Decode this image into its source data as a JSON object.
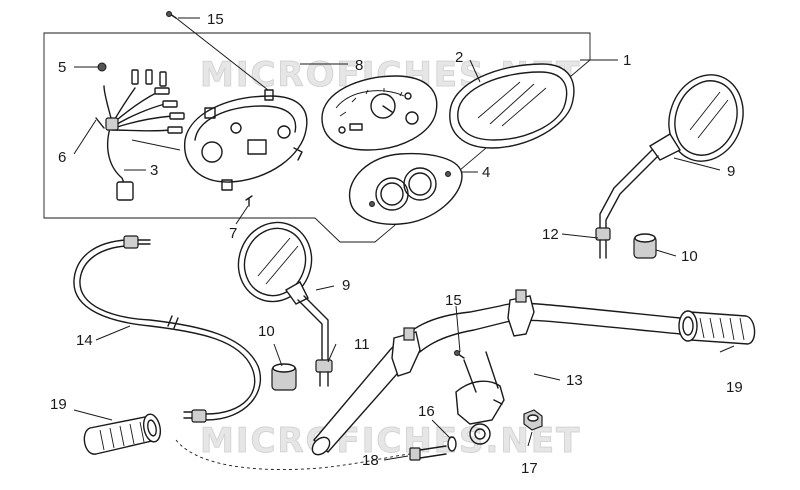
{
  "watermarks": [
    "MICROFICHES.NET",
    "MICROFICHES.NET"
  ],
  "callouts": [
    {
      "id": "c15a",
      "label": "15"
    },
    {
      "id": "c8",
      "label": "8"
    },
    {
      "id": "c2",
      "label": "2"
    },
    {
      "id": "c1",
      "label": "1"
    },
    {
      "id": "c5",
      "label": "5"
    },
    {
      "id": "c6",
      "label": "6"
    },
    {
      "id": "c3",
      "label": "3"
    },
    {
      "id": "c4",
      "label": "4"
    },
    {
      "id": "c7",
      "label": "7"
    },
    {
      "id": "c9a",
      "label": "9"
    },
    {
      "id": "c12",
      "label": "12"
    },
    {
      "id": "c10a",
      "label": "10"
    },
    {
      "id": "c9b",
      "label": "9"
    },
    {
      "id": "c15b",
      "label": "15"
    },
    {
      "id": "c14",
      "label": "14"
    },
    {
      "id": "c10b",
      "label": "10"
    },
    {
      "id": "c11",
      "label": "11"
    },
    {
      "id": "c13",
      "label": "13"
    },
    {
      "id": "c19a",
      "label": "19"
    },
    {
      "id": "c19b",
      "label": "19"
    },
    {
      "id": "c16",
      "label": "16"
    },
    {
      "id": "c18",
      "label": "18"
    },
    {
      "id": "c17",
      "label": "17"
    }
  ]
}
